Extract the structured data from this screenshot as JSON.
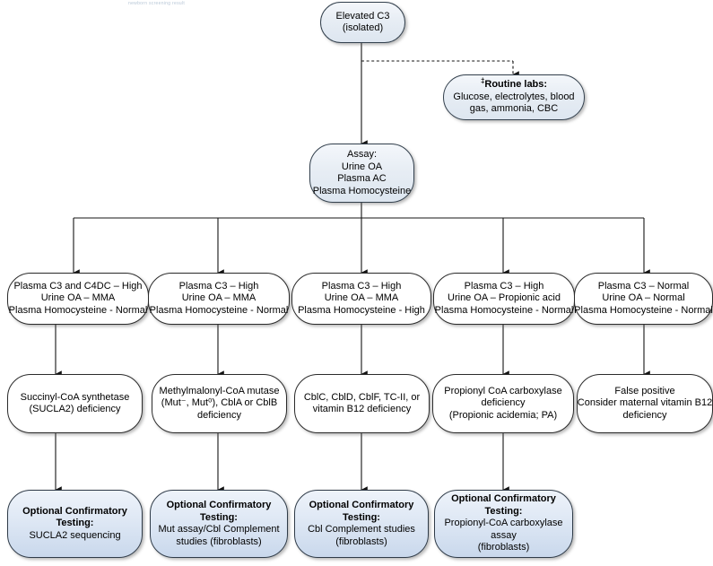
{
  "diagram": {
    "type": "clinical-diagnostic-flowchart",
    "title_fragment": "Elevated C3 (isolated)",
    "colors": {
      "node_border": "#2b2b2b",
      "steel_fill": "#e3ebf4",
      "blue_fill": "#d5e1f0",
      "white_fill": "#ffffff",
      "connector": "#1a1a1a"
    },
    "ghost_text": "newborn screening result",
    "root": {
      "lines": [
        "Elevated C3",
        "(isolated)"
      ]
    },
    "routine_labs": {
      "marker": "‡",
      "heading": "Routine labs:",
      "lines": [
        "Glucose, electrolytes, blood",
        "gas, ammonia, CBC"
      ]
    },
    "assay": {
      "lines": [
        "Assay:",
        "Urine OA",
        "Plasma AC",
        "Plasma Homocysteine"
      ]
    },
    "branches": [
      {
        "id": "branch-1",
        "findings": [
          "Plasma C3 and C4DC – High",
          "Urine OA – MMA",
          "Plasma Homocysteine - Normal"
        ],
        "diagnosis": [
          "Succinyl-CoA synthetase",
          "(SUCLA2) deficiency"
        ],
        "confirmatory": {
          "heading": [
            "Optional Confirmatory",
            "Testing:"
          ],
          "detail": [
            "SUCLA2 sequencing"
          ]
        }
      },
      {
        "id": "branch-2",
        "findings": [
          "Plasma C3 – High",
          "Urine OA – MMA",
          "Plasma Homocysteine - Normal"
        ],
        "diagnosis": [
          "Methylmalonyl-CoA mutase",
          "(Mut⁻, Mut⁰), CblA or CblB",
          "deficiency"
        ],
        "confirmatory": {
          "heading": [
            "Optional Confirmatory",
            "Testing:"
          ],
          "detail": [
            "Mut assay/Cbl Complement",
            "studies (fibroblasts)"
          ]
        }
      },
      {
        "id": "branch-3",
        "findings": [
          "Plasma C3 – High",
          "Urine OA – MMA",
          "Plasma Homocysteine - High"
        ],
        "diagnosis": [
          "CblC, CblD, CblF, TC-II, or",
          "vitamin B12 deficiency"
        ],
        "confirmatory": {
          "heading": [
            "Optional Confirmatory",
            "Testing:"
          ],
          "detail": [
            "Cbl Complement studies",
            "(fibroblasts)"
          ]
        }
      },
      {
        "id": "branch-4",
        "findings": [
          "Plasma C3 – High",
          "Urine OA – Propionic acid",
          "Plasma Homocysteine - Normal"
        ],
        "diagnosis": [
          "Propionyl CoA carboxylase",
          "deficiency",
          "(Propionic acidemia; PA)"
        ],
        "confirmatory": {
          "heading": [
            "Optional Confirmatory",
            "Testing:"
          ],
          "detail": [
            "Propionyl-CoA carboxylase",
            "assay",
            "(fibroblasts)"
          ]
        }
      },
      {
        "id": "branch-5",
        "findings": [
          "Plasma C3 – Normal",
          "Urine OA – Normal",
          "Plasma Homocysteine - Normal"
        ],
        "diagnosis": [
          "False positive",
          "Consider maternal vitamin B12",
          "deficiency"
        ],
        "confirmatory": null
      }
    ]
  }
}
